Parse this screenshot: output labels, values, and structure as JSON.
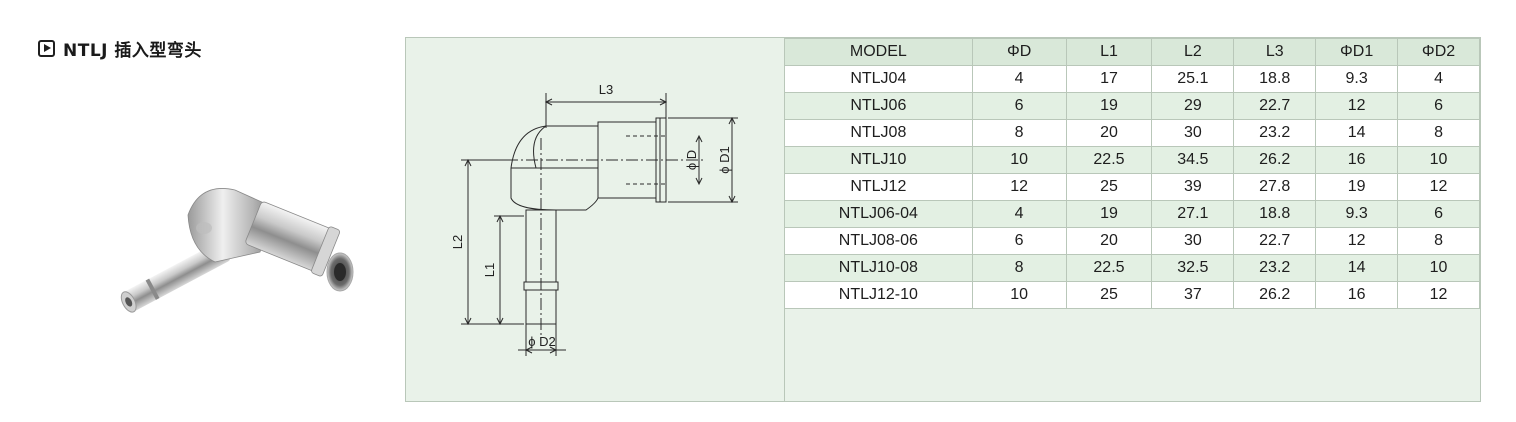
{
  "heading": {
    "title": "NTLJ 插入型弯头",
    "icon": "play-icon"
  },
  "drawing": {
    "labels": {
      "l3": "L3",
      "l2": "L2",
      "l1": "L1",
      "d": "ϕ D",
      "d1": "ϕ D1",
      "d2": "ϕ D2"
    }
  },
  "table": {
    "columns": [
      "MODEL",
      "ΦD",
      "L1",
      "L2",
      "L3",
      "ΦD1",
      "ΦD2"
    ],
    "rows": [
      [
        "NTLJ04",
        "4",
        "17",
        "25.1",
        "18.8",
        "9.3",
        "4"
      ],
      [
        "NTLJ06",
        "6",
        "19",
        "29",
        "22.7",
        "12",
        "6"
      ],
      [
        "NTLJ08",
        "8",
        "20",
        "30",
        "23.2",
        "14",
        "8"
      ],
      [
        "NTLJ10",
        "10",
        "22.5",
        "34.5",
        "26.2",
        "16",
        "10"
      ],
      [
        "NTLJ12",
        "12",
        "25",
        "39",
        "27.8",
        "19",
        "12"
      ],
      [
        "NTLJ06-04",
        "4",
        "19",
        "27.1",
        "18.8",
        "9.3",
        "6"
      ],
      [
        "NTLJ08-06",
        "6",
        "20",
        "30",
        "22.7",
        "12",
        "8"
      ],
      [
        "NTLJ10-08",
        "8",
        "22.5",
        "32.5",
        "23.2",
        "14",
        "10"
      ],
      [
        "NTLJ12-10",
        "10",
        "25",
        "37",
        "26.2",
        "16",
        "12"
      ]
    ]
  },
  "colors": {
    "panel_bg": "#e9f2e9",
    "header_bg": "#d9e8d9",
    "row_alt_bg": "#e3f0e3",
    "border": "#b9c7b9"
  }
}
